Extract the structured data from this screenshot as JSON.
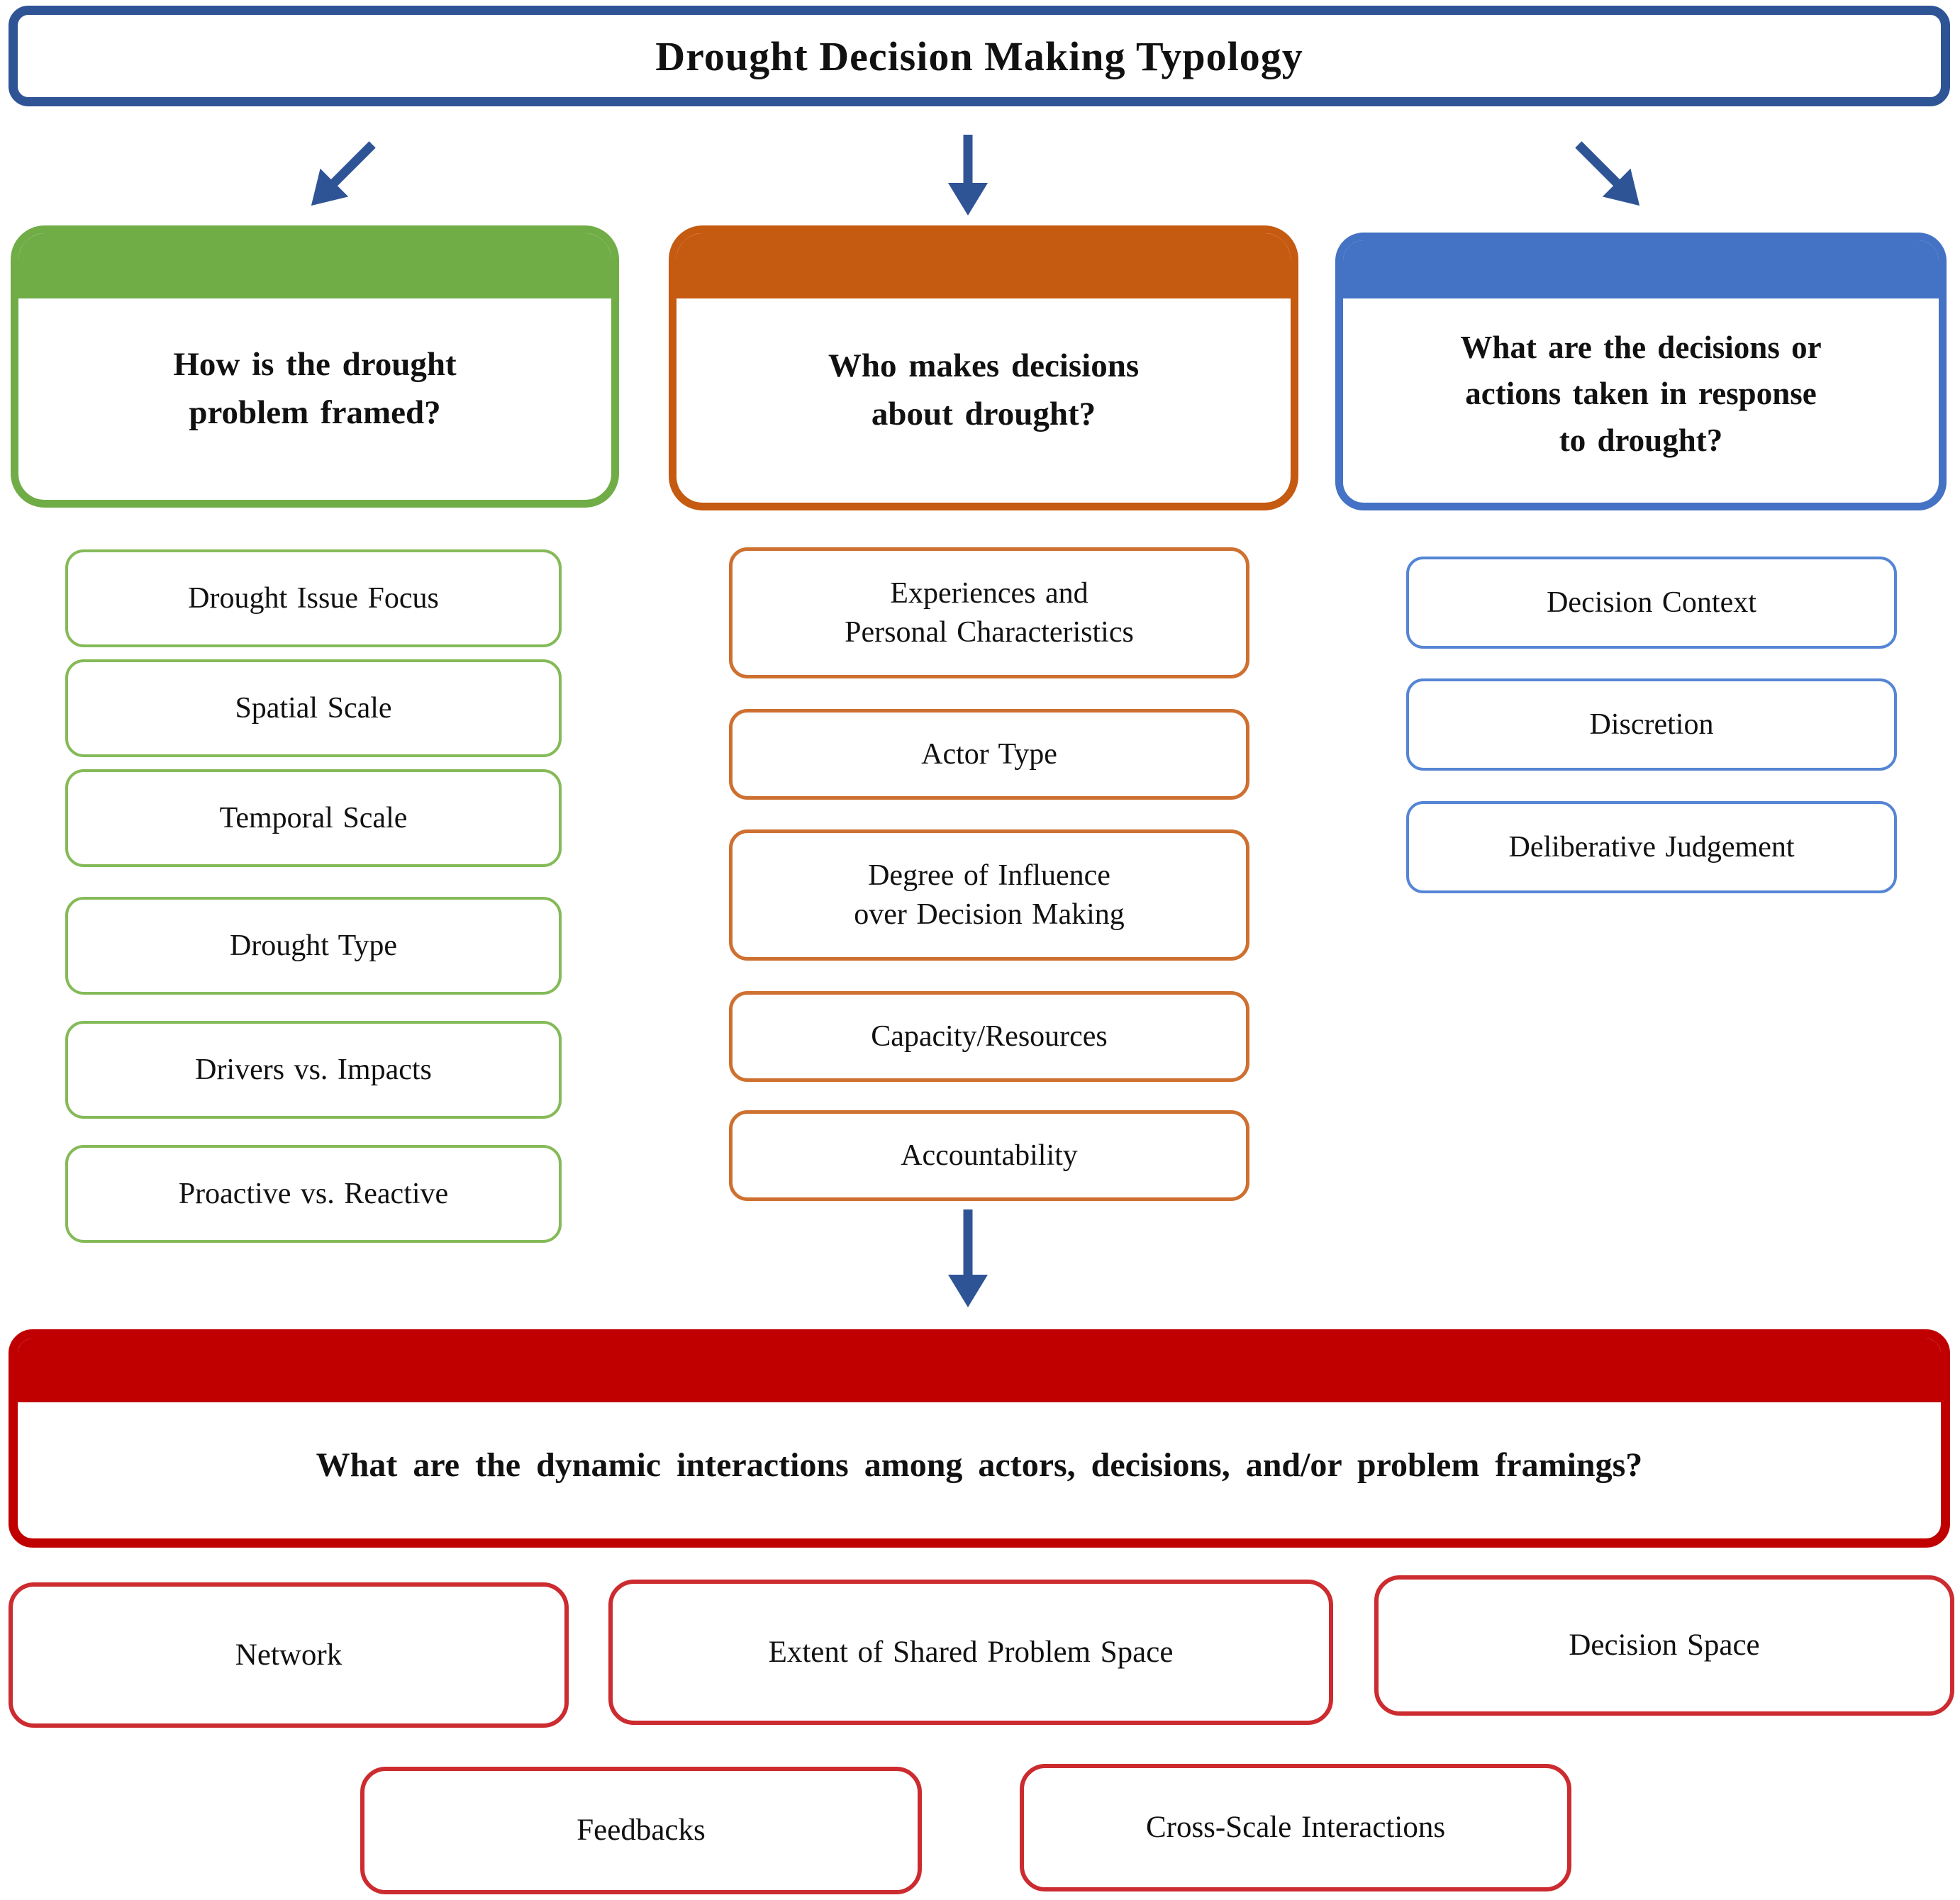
{
  "title": "Drought Decision Making Typology",
  "colors": {
    "navy_border_arrows": "#2F5496",
    "green": "#70AD47",
    "orange": "#C55A11",
    "blue": "#4472C4",
    "red": "#C00000",
    "red_item_border": "#CC2B2F"
  },
  "columns": [
    {
      "header": "How is the drought\nproblem  framed?",
      "items": [
        "Drought Issue Focus",
        "Spatial Scale",
        "Temporal Scale",
        "Drought Type",
        "Drivers vs. Impacts",
        "Proactive vs. Reactive"
      ]
    },
    {
      "header": "Who makes decisions\nabout drought?",
      "items": [
        "Experiences and\nPersonal Characteristics",
        "Actor Type",
        "Degree of Influence\nover Decision Making",
        "Capacity/Resources",
        "Accountability"
      ]
    },
    {
      "header": "What are the decisions or\nactions taken in response\nto drought?",
      "items": [
        "Decision Context",
        "Discretion",
        "Deliberative Judgement"
      ]
    }
  ],
  "interactions": {
    "header": "What are the dynamic interactions among actors, decisions, and/or problem framings?",
    "row1": [
      "Network",
      "Extent of Shared Problem Space",
      "Decision Space"
    ],
    "row2": [
      "Feedbacks",
      "Cross-Scale Interactions"
    ]
  }
}
